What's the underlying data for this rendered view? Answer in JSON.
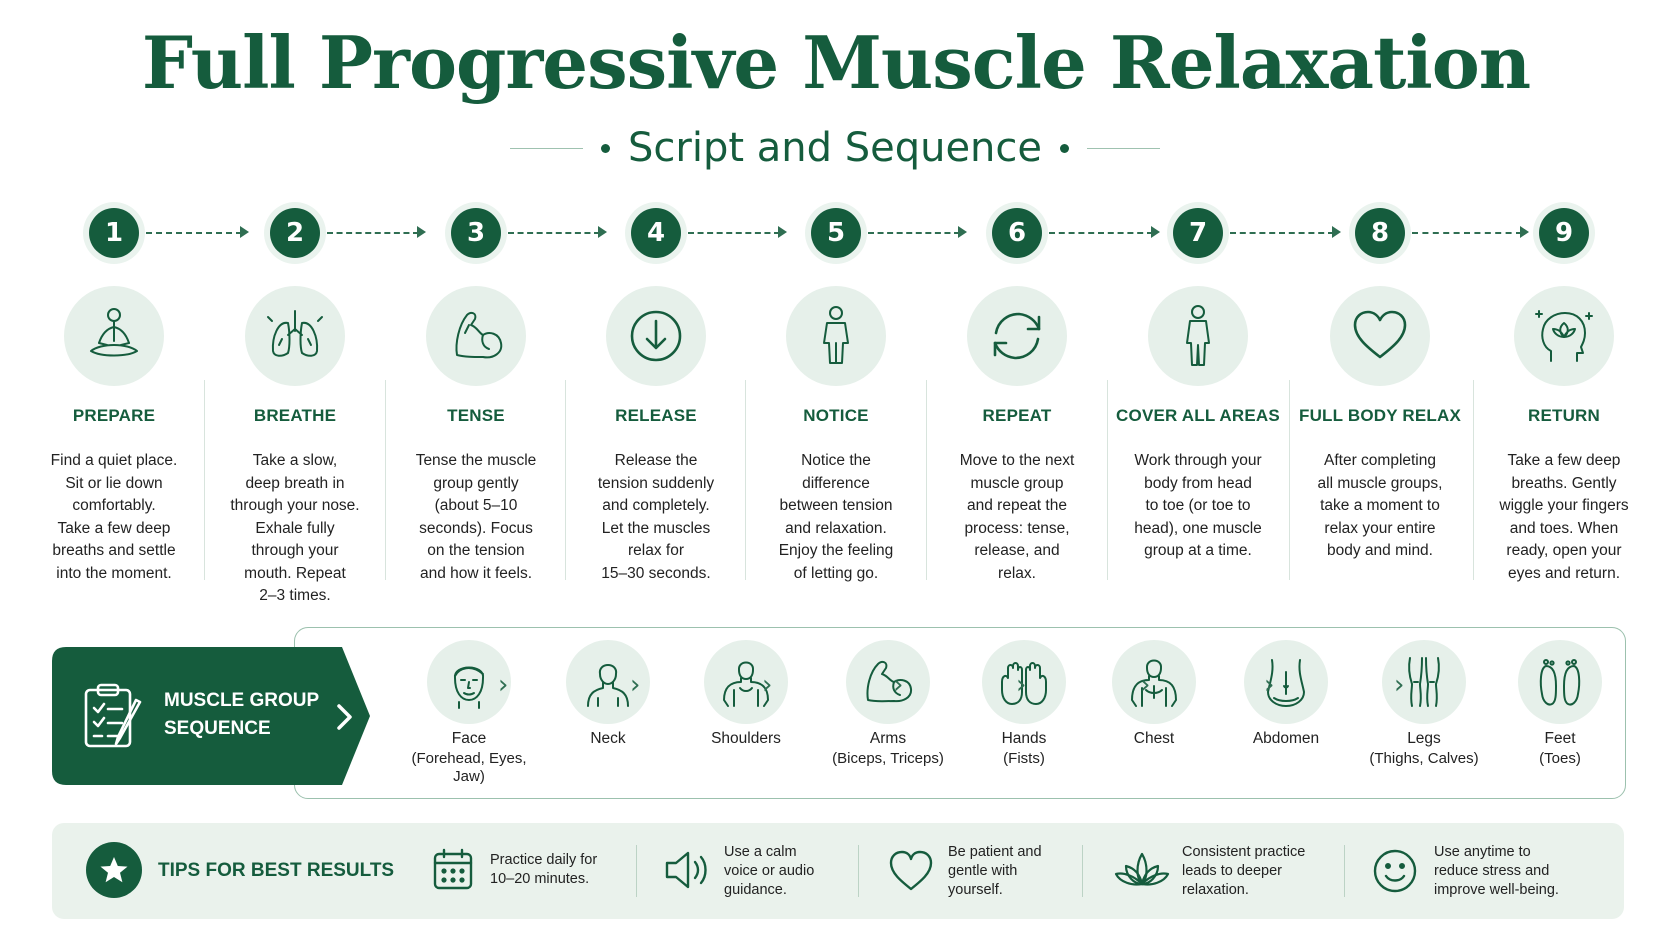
{
  "title": "Full Progressive Muscle Relaxation",
  "subtitle": "Script and Sequence",
  "colors": {
    "primary": "#155c3d",
    "light": "#e6f0ea",
    "tips_bg": "#eaf2ec"
  },
  "steps": [
    {
      "number": "1",
      "label": "PREPARE",
      "icon": "meditation-icon",
      "desc": "Find a quiet place.\nSit or lie down\ncomfortably.\nTake a few deep\nbreaths and settle\ninto the moment."
    },
    {
      "number": "2",
      "label": "BREATHE",
      "icon": "lungs-icon",
      "desc": "Take a slow,\ndeep breath in\nthrough your nose.\nExhale fully\nthrough your\nmouth. Repeat\n2–3 times."
    },
    {
      "number": "3",
      "label": "TENSE",
      "icon": "flexed-arm-icon",
      "desc": "Tense the muscle\ngroup gently\n(about 5–10\nseconds). Focus\non the tension\nand how it feels."
    },
    {
      "number": "4",
      "label": "RELEASE",
      "icon": "arrow-down-circle-icon",
      "desc": "Release the\ntension suddenly\nand completely.\nLet the muscles\nrelax for\n15–30 seconds."
    },
    {
      "number": "5",
      "label": "NOTICE",
      "icon": "person-icon",
      "desc": "Notice the\ndifference\nbetween tension\nand relaxation.\nEnjoy the feeling\nof letting go."
    },
    {
      "number": "6",
      "label": "REPEAT",
      "icon": "repeat-icon",
      "desc": "Move to the next\nmuscle group\nand repeat the\nprocess: tense,\nrelease, and\nrelax."
    },
    {
      "number": "7",
      "label": "COVER ALL AREAS",
      "icon": "body-outline-icon",
      "desc": "Work through your\nbody from head\nto toe (or toe to\nhead), one muscle\ngroup at a time."
    },
    {
      "number": "8",
      "label": "FULL BODY RELAX",
      "icon": "heart-icon",
      "desc": "After completing\nall muscle groups,\ntake a moment to\nrelax your entire\nbody and mind."
    },
    {
      "number": "9",
      "label": "RETURN",
      "icon": "mind-lotus-icon",
      "desc": "Take a few deep\nbreaths. Gently\nwiggle your fingers\nand toes. When\nready, open your\neyes and return."
    }
  ],
  "sequence": {
    "label_line1": "MUSCLE GROUP",
    "label_line2": "SEQUENCE",
    "groups": [
      {
        "name": "Face",
        "sub": "(Forehead, Eyes,",
        "sub2": "Jaw)",
        "icon": "face-icon"
      },
      {
        "name": "Neck",
        "sub": "",
        "sub2": "",
        "icon": "neck-icon"
      },
      {
        "name": "Shoulders",
        "sub": "",
        "sub2": "",
        "icon": "shoulders-icon"
      },
      {
        "name": "Arms",
        "sub": "(Biceps, Triceps)",
        "sub2": "",
        "icon": "arm-icon"
      },
      {
        "name": "Hands",
        "sub": "(Fists)",
        "sub2": "",
        "icon": "hands-icon"
      },
      {
        "name": "Chest",
        "sub": "",
        "sub2": "",
        "icon": "chest-icon"
      },
      {
        "name": "Abdomen",
        "sub": "",
        "sub2": "",
        "icon": "abdomen-icon"
      },
      {
        "name": "Legs",
        "sub": "(Thighs, Calves)",
        "sub2": "",
        "icon": "legs-icon"
      },
      {
        "name": "Feet",
        "sub": "(Toes)",
        "sub2": "",
        "icon": "feet-icon"
      }
    ]
  },
  "tips": {
    "title": "TIPS FOR BEST RESULTS",
    "items": [
      {
        "text": "Practice daily for\n10–20 minutes.",
        "icon": "calendar-icon"
      },
      {
        "text": "Use a calm\nvoice or audio\nguidance.",
        "icon": "speaker-icon"
      },
      {
        "text": "Be patient and\ngentle with\nyourself.",
        "icon": "heart-icon"
      },
      {
        "text": "Consistent practice\nleads to deeper\nrelaxation.",
        "icon": "lotus-icon"
      },
      {
        "text": "Use anytime to\nreduce stress and\nimprove well-being.",
        "icon": "smile-icon"
      }
    ]
  }
}
